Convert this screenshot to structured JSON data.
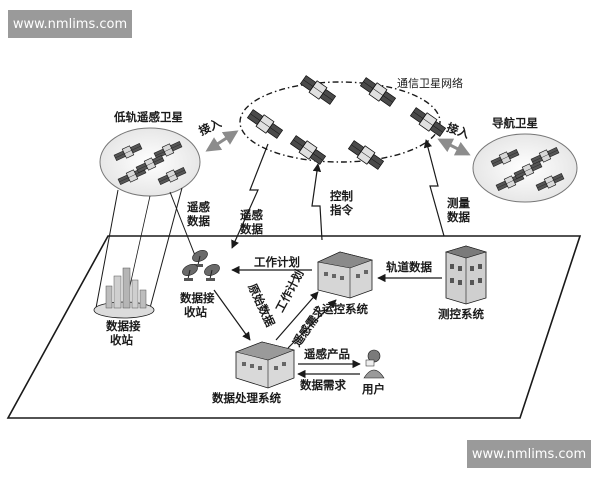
{
  "watermarks": {
    "top": "www.nmlims.com",
    "bottom": "www.nmlims.com"
  },
  "labels": {
    "comm_network": "通信卫星网络",
    "leo_remote_sensing": "低轨遥感卫星",
    "navigation": "导航卫星",
    "access_left": "接入",
    "access_right": "接入",
    "remote_data_1": [
      "遥感",
      "数据"
    ],
    "remote_data_2": [
      "遥感",
      "数据"
    ],
    "control_cmd": [
      "控制",
      "指令"
    ],
    "measure_data": [
      "测量",
      "数据"
    ],
    "ground_receive_station": [
      "数据接",
      "收站"
    ],
    "receive_station": [
      "数据接",
      "收站"
    ],
    "work_plan_top": "工作计划",
    "orbit_data": "轨道数据",
    "ops_system": "运控系统",
    "tracking_system": "测控系统",
    "raw_data": "原始数据",
    "work_plan_diag": "工作计划",
    "remote_demand": "遥感需求",
    "remote_product": "遥感产品",
    "data_demand": "数据需求",
    "user": "用户",
    "data_processing": "数据处理系统"
  },
  "colors": {
    "ink": "#1a1a1a",
    "grey": "#8c8c8c",
    "light": "#e9e9e9",
    "ellipse": "#f1f1f1"
  }
}
